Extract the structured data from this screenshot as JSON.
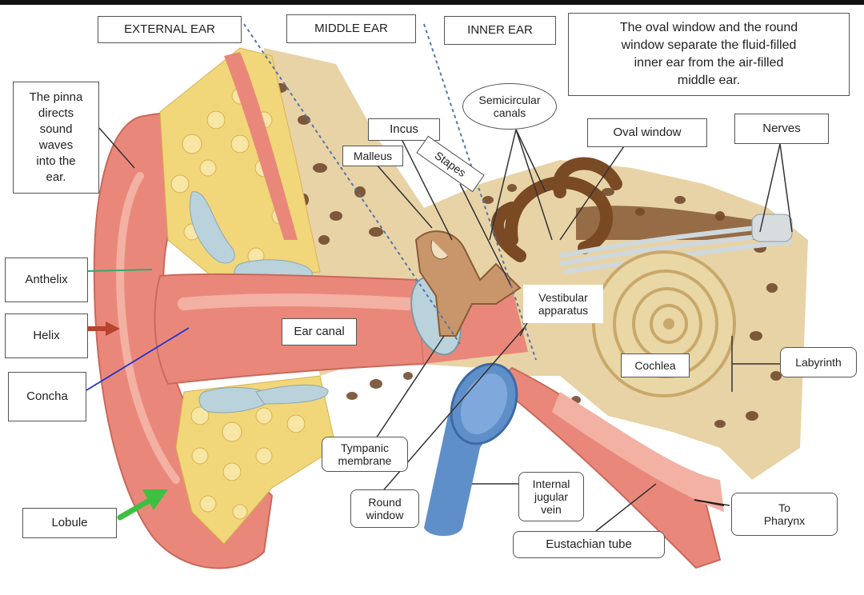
{
  "headers": {
    "external": "EXTERNAL EAR",
    "middle": "MIDDLE EAR",
    "inner": "INNER EAR"
  },
  "note": "The oval window and the round\nwindow separate the fluid-filled\ninner ear from the air-filled\nmiddle ear.",
  "labels": {
    "pinna": "The pinna\ndirects\nsound\nwaves\ninto the\near.",
    "anthelix": "Anthelix",
    "helix": "Helix",
    "concha": "Concha",
    "lobule": "Lobule",
    "ear_canal": "Ear canal",
    "incus": "Incus",
    "malleus": "Malleus",
    "stapes": "Stapes",
    "semicircular": "Semicircular\ncanals",
    "oval_window": "Oval window",
    "nerves": "Nerves",
    "vestibular": "Vestibular\napparatus",
    "cochlea": "Cochlea",
    "labyrinth": "Labyrinth",
    "tympanic": "Tympanic\nmembrane",
    "round_window": "Round\nwindow",
    "jugular": "Internal\njugular\nvein",
    "eustachian": "Eustachian tube",
    "pharynx": "To\nPharynx"
  },
  "colors": {
    "skin": "#e9887a",
    "skin_light": "#f3b1a3",
    "fat": "#f1d77a",
    "bone": "#e8d3a6",
    "bone_spots": "#6b4426",
    "vein": "#5f8fc9",
    "cartilage": "#b9d2db",
    "nerve": "#cfd8dc",
    "arrow_red": "#b8432e",
    "arrow_green": "#3fbf3f",
    "line_blue": "#2233cc",
    "line_green": "#3aa66e"
  }
}
